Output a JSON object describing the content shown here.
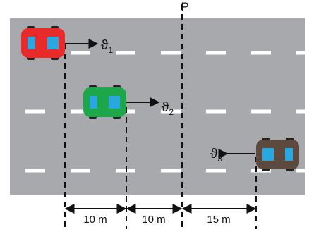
{
  "point_label": "P",
  "cars": [
    {
      "id": "car-1",
      "color": "#e82a2a",
      "direction": "right",
      "velocity_symbol": "ϑ",
      "velocity_subscript": "1"
    },
    {
      "id": "car-2",
      "color": "#1ea64a",
      "direction": "right",
      "velocity_symbol": "ϑ",
      "velocity_subscript": "2"
    },
    {
      "id": "car-3",
      "color": "#5c4a3f",
      "direction": "left",
      "velocity_symbol": "ϑ",
      "velocity_subscript": "3"
    }
  ],
  "distances": [
    {
      "label": "10 m"
    },
    {
      "label": "10 m"
    },
    {
      "label": "15 m"
    }
  ],
  "colors": {
    "road": "#a7a9ac",
    "lane_marking": "#ffffff",
    "window": "#29a8e0"
  }
}
